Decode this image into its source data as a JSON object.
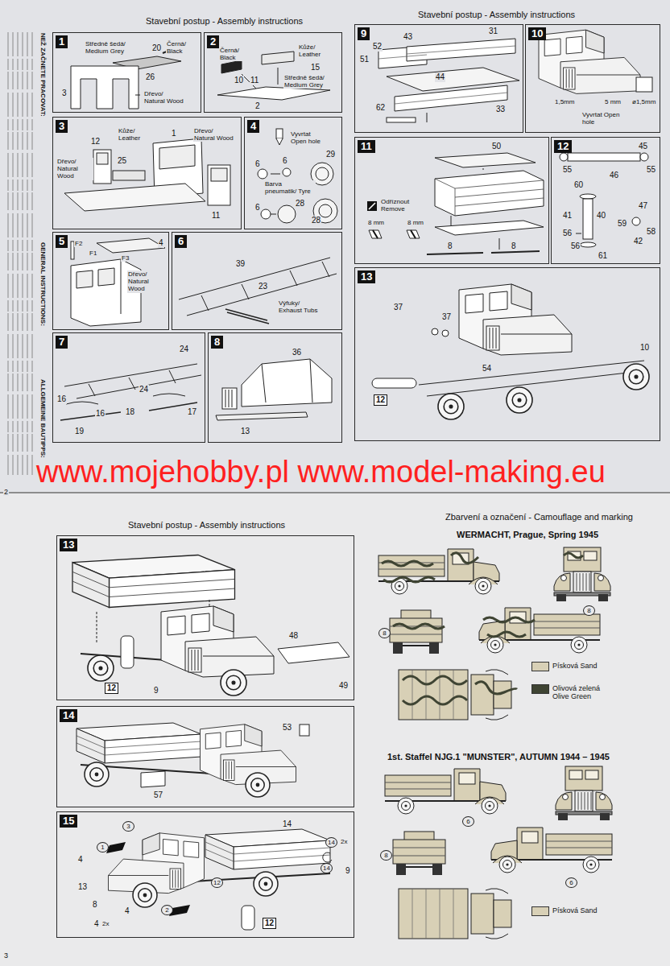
{
  "diagram": {
    "nodes": [
      {
        "text": [
          "1"
        ]
      },
      {
        "text": [
          "2"
        ]
      },
      {
        "text": [
          "3"
        ]
      },
      {
        "text": [
          "4"
        ]
      },
      {
        "text": [
          "5"
        ]
      },
      {
        "text": [
          "6"
        ]
      },
      {
        "text": [
          "7"
        ]
      },
      {
        "text": [
          "8"
        ]
      },
      {
        "text": [
          "9"
        ]
      },
      {
        "text": [
          "10"
        ]
      },
      {
        "text": [
          "11"
        ]
      },
      {
        "text": [
          "12"
        ]
      },
      {
        "text": [
          "13"
        ]
      },
      {
        "text": [
          "13"
        ]
      },
      {
        "text": [
          "14"
        ]
      },
      {
        "text": [
          "15"
        ]
      }
    ],
    "labels": [
      "Stavební postup - Assembly instructions",
      "Stavební postup - Assembly instructions",
      "NEŽ ZAČNETE PRACOVAT:",
      "GENERAL INSTRUCTIONS:",
      "ALLGEMEINE BAUTIPPS:",
      "Středně šedá/ Medium Grey",
      "20",
      "Černá/ Black",
      "26",
      "3",
      "Dřevo/ Natural Wood",
      "Černá/ Black",
      "Kůže/ Leather",
      "15",
      "10",
      "11",
      "Středně šedá/ Medium Grey",
      "2",
      "12",
      "Kůže/ Leather",
      "1",
      "Dřevo/ Natural Wood",
      "Dřevo/ Natural Wood",
      "25",
      "11",
      "Vyvrtat Open hole",
      "6",
      "6",
      "29",
      "Barva pneumatik/ Tyre",
      "6",
      "28",
      "28",
      "F2",
      "F1",
      "F3",
      "4",
      "Dřevo/ Natural Wood",
      "39",
      "23",
      "Výfuky/ Exhaust Tubs",
      "24",
      "24",
      "16",
      "16",
      "18",
      "17",
      "19",
      "36",
      "13",
      "52",
      "43",
      "31",
      "51",
      "44",
      "33",
      "62",
      "1,5mm",
      "5 mm",
      "ø1,5mm",
      "Vyvrtat Open hole",
      "50",
      "Odříznout Remove",
      "8 mm",
      "8 mm",
      "8",
      "8",
      "45",
      "55",
      "46",
      "55",
      "60",
      "41",
      "40",
      "47",
      "59",
      "58",
      "42",
      "56",
      "56",
      "61",
      "37",
      "37",
      "10",
      "54",
      "12",
      "www.mojehobby.pl www.model-making.eu",
      "2",
      "Stavební postup - Assembly instructions",
      "48",
      "12",
      "9",
      "49",
      "53",
      "57",
      "3",
      "14",
      "14",
      "2x",
      "1",
      "4",
      "14",
      "9",
      "13",
      "12",
      "8",
      "4",
      "2",
      "4",
      "2x",
      "12",
      "Zbarvení a označení - Camouflage and marking",
      "WERMACHT, Prague, Spring 1945",
      "8",
      "8",
      "1st. Staffel NJG.1 \"MUNSTER\", AUTUMN 1944 – 1945",
      "6",
      "8",
      "6",
      "3"
    ],
    "legend": [
      {
        "text": "Písková Sand",
        "color": "#d8d0b6"
      },
      {
        "text": "Olivová zelená Olive Green",
        "color": "#3f4433"
      },
      {
        "text": "Písková Sand",
        "color": "#d8d0b6"
      }
    ]
  }
}
